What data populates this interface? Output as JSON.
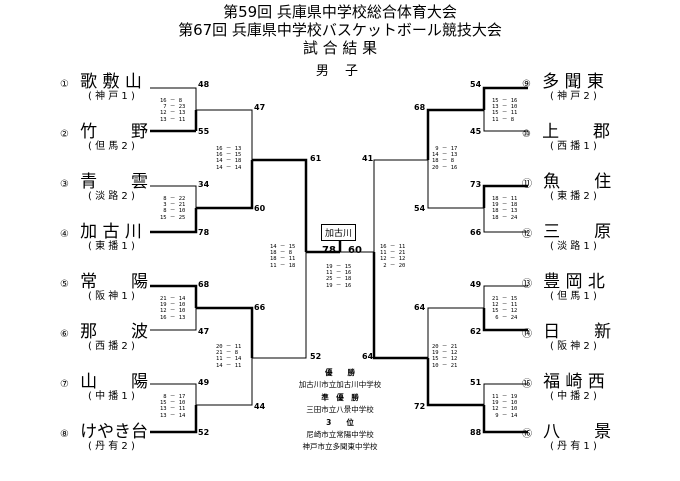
{
  "header": {
    "line1": "第59回 兵庫県中学校総合体育大会",
    "line2": "第67回 兵庫県中学校バスケットボール競技大会",
    "line3": "試 合 結 果",
    "line4": "男 子"
  },
  "left_teams": [
    {
      "num": "①",
      "name": "歌 敷 山",
      "region": "( 神 戸 1 )"
    },
    {
      "num": "②",
      "name": "竹　　野",
      "region": "( 但 馬 2 )"
    },
    {
      "num": "③",
      "name": "青　　雲",
      "region": "( 淡 路 2 )"
    },
    {
      "num": "④",
      "name": "加 古 川",
      "region": "( 東 播 1 )"
    },
    {
      "num": "⑤",
      "name": "常　　陽",
      "region": "( 阪 神 1 )"
    },
    {
      "num": "⑥",
      "name": "那　　波",
      "region": "( 西 播 2 )"
    },
    {
      "num": "⑦",
      "name": "山　　陽",
      "region": "( 中 播 1 )"
    },
    {
      "num": "⑧",
      "name": "けやき台",
      "region": "( 丹 有 2 )"
    }
  ],
  "right_teams": [
    {
      "num": "⑨",
      "name": "多 聞 東",
      "region": "( 神 戸 2 )"
    },
    {
      "num": "⑩",
      "name": "上　　郡",
      "region": "( 西 播 1 )"
    },
    {
      "num": "⑪",
      "name": "魚　　住",
      "region": "( 東 播 2 )"
    },
    {
      "num": "⑫",
      "name": "三　　原",
      "region": "( 淡 路 1 )"
    },
    {
      "num": "⑬",
      "name": "豊 岡 北",
      "region": "( 但 馬 1 )"
    },
    {
      "num": "⑭",
      "name": "日　　新",
      "region": "( 阪 神 2 )"
    },
    {
      "num": "⑮",
      "name": "福 崎 西",
      "region": "( 中 播 2 )"
    },
    {
      "num": "⑯",
      "name": "八　　景",
      "region": "( 丹 有 1 )"
    }
  ],
  "scores": {
    "l1a": "48",
    "l1b": "55",
    "l1c": "34",
    "l1d": "78",
    "l1e": "68",
    "l1f": "47",
    "l1g": "49",
    "l1h": "52",
    "l2a": "47",
    "l2b": "60",
    "l2c": "66",
    "l2d": "44",
    "l3a": "61",
    "l3b": "52",
    "r1a": "54",
    "r1b": "45",
    "r1c": "73",
    "r1d": "66",
    "r1e": "49",
    "r1f": "62",
    "r1g": "51",
    "r1h": "88",
    "r2a": "68",
    "r2b": "54",
    "r2c": "64",
    "r2d": "72",
    "r3a": "41",
    "r3b": "64",
    "final_left": "78",
    "final_right": "60"
  },
  "quarters": {
    "l1a": "16 － 8\n 7 － 23\n12 － 13\n13 － 11",
    "l1b": " 8 － 22\n 3 － 21\n 8 － 10\n15 － 25",
    "l1c": "21 － 14\n19 － 10\n12 － 10\n16 － 13",
    "l1d": " 8 － 17\n15 － 10\n13 － 11\n13 － 14",
    "l2a": "16 － 13\n16 － 15\n14 － 18\n14 － 14",
    "l2b": "20 － 11\n21 － 8\n11 － 14\n14 － 11",
    "l3": "14 － 15\n18 － 8\n18 － 11\n11 － 18",
    "r1a": "15 － 16\n13 － 10\n15 － 11\n11 － 8",
    "r1b": "18 － 11\n19 － 18\n18 － 13\n18 － 24",
    "r1c": "21 － 15\n12 － 11\n15 － 12\n 6 － 24",
    "r1d": "11 － 19\n19 － 10\n12 － 10\n 9 － 14",
    "r2a": " 9 － 17\n14 － 13\n18 － 8\n20 － 16",
    "r2b": "20 － 21\n19 － 12\n15 － 12\n10 － 21",
    "r3": "16 － 11\n11 － 21\n12 － 12\n 2 － 20",
    "final": "19 － 15\n11 － 16\n25 － 18\n19 － 16"
  },
  "final": {
    "winner_label": "加古川"
  },
  "results": {
    "champion_label": "優　　勝",
    "champion": "加古川市立加古川中学校",
    "runnerup_label": "準　優　勝",
    "runnerup": "三田市立八景中学校",
    "third_label": "3　　位",
    "third1": "尼崎市立常陽中学校",
    "third2": "神戸市立多聞東中学校"
  }
}
